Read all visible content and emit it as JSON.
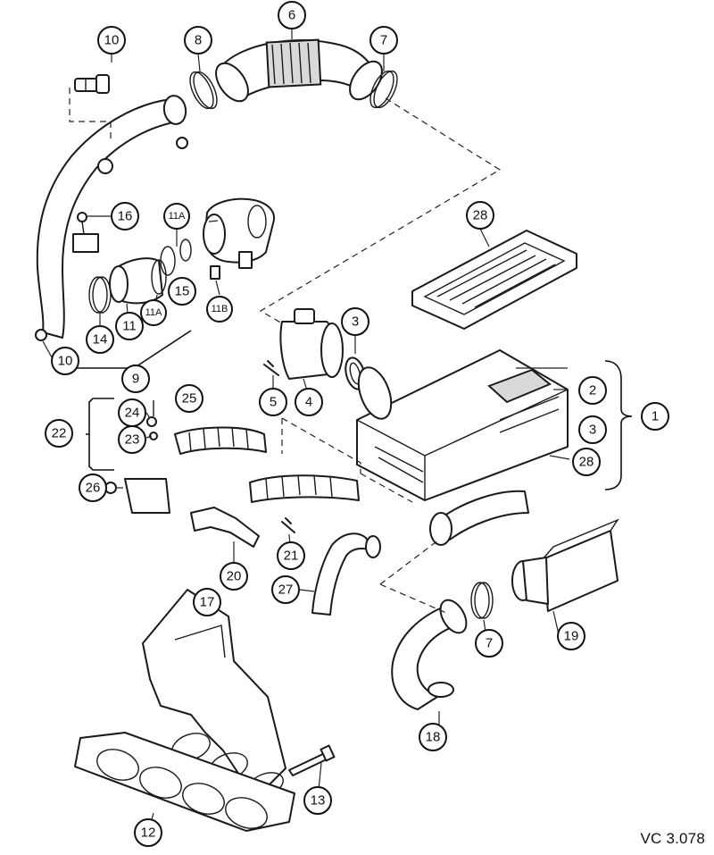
{
  "figure_code": "VC 3.078",
  "callouts": [
    {
      "id": "c1",
      "label": "1"
    },
    {
      "id": "c2",
      "label": "2"
    },
    {
      "id": "c3a",
      "label": "3"
    },
    {
      "id": "c3b",
      "label": "3"
    },
    {
      "id": "c4",
      "label": "4"
    },
    {
      "id": "c5",
      "label": "5"
    },
    {
      "id": "c6",
      "label": "6"
    },
    {
      "id": "c7a",
      "label": "7"
    },
    {
      "id": "c7b",
      "label": "7"
    },
    {
      "id": "c8",
      "label": "8"
    },
    {
      "id": "c9",
      "label": "9"
    },
    {
      "id": "c10a",
      "label": "10"
    },
    {
      "id": "c10b",
      "label": "10"
    },
    {
      "id": "c11",
      "label": "11"
    },
    {
      "id": "c11Aa",
      "label": "11A"
    },
    {
      "id": "c11Ab",
      "label": "11A"
    },
    {
      "id": "c11B",
      "label": "11B"
    },
    {
      "id": "c12",
      "label": "12"
    },
    {
      "id": "c13",
      "label": "13"
    },
    {
      "id": "c14",
      "label": "14"
    },
    {
      "id": "c15",
      "label": "15"
    },
    {
      "id": "c16",
      "label": "16"
    },
    {
      "id": "c17",
      "label": "17"
    },
    {
      "id": "c18",
      "label": "18"
    },
    {
      "id": "c19",
      "label": "19"
    },
    {
      "id": "c20",
      "label": "20"
    },
    {
      "id": "c21",
      "label": "21"
    },
    {
      "id": "c22",
      "label": "22"
    },
    {
      "id": "c23",
      "label": "23"
    },
    {
      "id": "c24",
      "label": "24"
    },
    {
      "id": "c25",
      "label": "25"
    },
    {
      "id": "c26",
      "label": "26"
    },
    {
      "id": "c27",
      "label": "27"
    },
    {
      "id": "c28a",
      "label": "28"
    },
    {
      "id": "c28b",
      "label": "28"
    }
  ]
}
